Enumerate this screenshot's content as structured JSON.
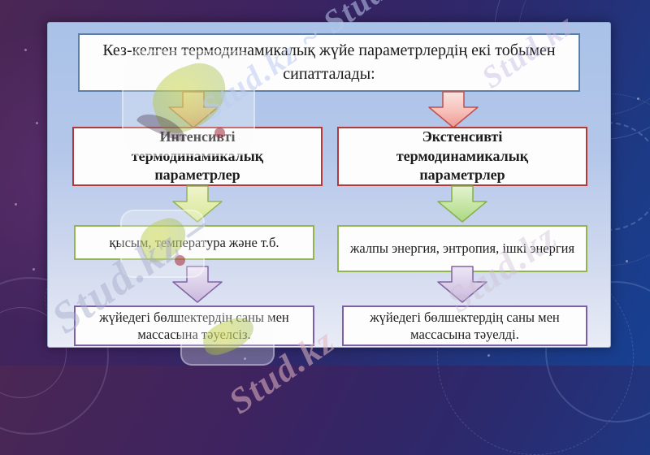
{
  "slide": {
    "title": "Кез-келген термодинамикалық жүйе параметрлердің екі тобымен сипатталады:",
    "columns": [
      {
        "header": "Интенсивті термодинамикалық параметрлер",
        "examples": "қысым, температура және т.б.",
        "dependency": "жүйедегі бөлшектердің саны мен массасына тәуелсіз."
      },
      {
        "header": "Экстенсивті термодинамикалық параметрлер",
        "examples": "жалпы энергия, энтропия, ішкі энергия",
        "dependency": "жүйедегі бөлшектердің саны мен массасына тәуелді."
      }
    ]
  },
  "watermarks": {
    "band_top": "Stud.kz ~ Stud.kz",
    "band_center": "Stud.kz –",
    "band_right": "Stud.kz",
    "band_bottom": "Stud.kz",
    "band_top_right": "Stud.kz"
  },
  "colors": {
    "background_purple": "#472a55",
    "background_blue": "#174092",
    "panel_top": "#a9c2e7",
    "panel_bottom": "#e9ecf6",
    "title_border": "#5b7fa6",
    "header_border": "#b03a3c",
    "example_border": "#93b551",
    "property_border": "#7d5fa6",
    "arrow_red": "#c0504d",
    "arrow_green": "#94b454",
    "arrow_purple": "#8064a2"
  }
}
